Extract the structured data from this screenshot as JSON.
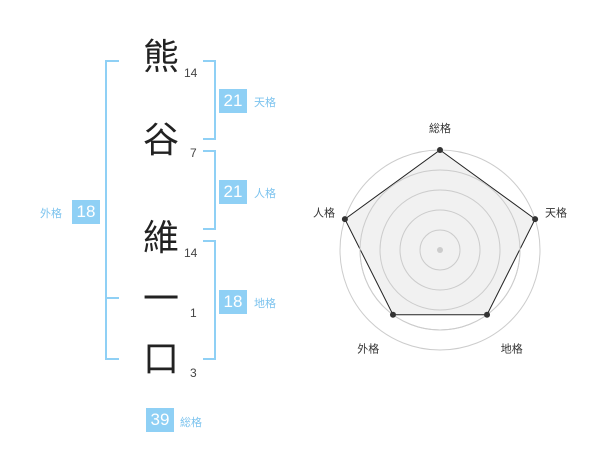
{
  "name": {
    "characters": [
      {
        "char": "熊",
        "strokes": "14"
      },
      {
        "char": "谷",
        "strokes": "7"
      },
      {
        "char": "維",
        "strokes": "14"
      },
      {
        "char": "一",
        "strokes": "1"
      },
      {
        "char": "口",
        "strokes": "3"
      }
    ]
  },
  "kakaku": {
    "tenkaku": {
      "value": "21",
      "label": "天格"
    },
    "jinkaku": {
      "value": "21",
      "label": "人格"
    },
    "chikaku": {
      "value": "18",
      "label": "地格"
    },
    "gaikaku": {
      "value": "18",
      "label": "外格"
    },
    "soukaku": {
      "value": "39",
      "label": "総格"
    }
  },
  "chart_data": {
    "type": "radar",
    "axes": [
      "総格",
      "天格",
      "地格",
      "外格",
      "人格"
    ],
    "values": [
      5,
      5,
      4,
      4,
      5
    ],
    "max": 5,
    "rings": 5,
    "colors": {
      "fill": "#eeeeee",
      "line": "#222222",
      "ring": "#cccccc",
      "point": "#333333",
      "center": "#cccccc"
    }
  },
  "colors": {
    "accent": "#8fd0f5",
    "label": "#7cc3ee"
  }
}
